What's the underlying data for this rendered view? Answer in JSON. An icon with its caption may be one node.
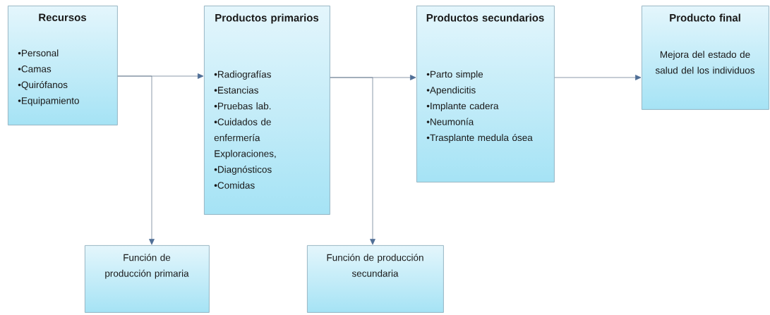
{
  "diagram": {
    "nodes": [
      {
        "text": [
          "Recursos",
          "•Personal",
          "•Camas",
          "•Quirófanos",
          "•Equipamiento"
        ]
      },
      {
        "text": [
          "Productos primarios",
          "•Radiografías",
          "•Estancias",
          "•Pruebas lab.",
          "•Cuidados de enfermería Exploraciones,",
          "•Diagnósticos",
          "•Comidas"
        ]
      },
      {
        "text": [
          "Productos secundarios",
          "•Parto simple",
          "•Apendicitis",
          "•Implante  cadera",
          "•Neumonía",
          "•Trasplante medula ósea"
        ]
      },
      {
        "text": [
          "Producto final",
          "Mejora del estado de salud del los individuos"
        ]
      },
      {
        "text": [
          "Función de producción primaria"
        ]
      },
      {
        "text": [
          "Función de producción secundaria"
        ]
      }
    ],
    "edges": [
      {
        "from": 0,
        "to": 1,
        "arrow": "to"
      },
      {
        "from": 0,
        "to": 4,
        "arrow": "to"
      },
      {
        "from": 1,
        "to": 2,
        "arrow": "to"
      },
      {
        "from": 1,
        "to": 5,
        "arrow": "to"
      },
      {
        "from": 2,
        "to": 3,
        "arrow": "to"
      }
    ]
  }
}
